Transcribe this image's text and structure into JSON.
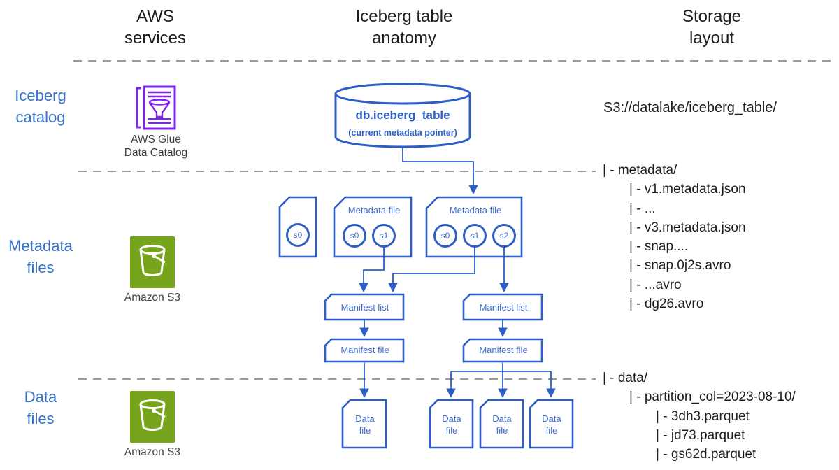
{
  "headers": {
    "aws": {
      "line1": "AWS",
      "line2": "services"
    },
    "anatomy": {
      "line1": "Iceberg table",
      "line2": "anatomy"
    },
    "storage": {
      "line1": "Storage",
      "line2": "layout"
    }
  },
  "row_labels": {
    "catalog": {
      "line1": "Iceberg",
      "line2": "catalog"
    },
    "metadata": {
      "line1": "Metadata",
      "line2": "files"
    },
    "data": {
      "line1": "Data",
      "line2": "files"
    }
  },
  "aws_services": {
    "glue_caption": {
      "line1": "AWS Glue",
      "line2": "Data Catalog"
    },
    "s3_metadata_caption": "Amazon S3",
    "s3_data_caption": "Amazon S3"
  },
  "diagram": {
    "catalog_table": {
      "name": "db.iceberg_table",
      "note": "(current metadata pointer)"
    },
    "metadata_files": [
      {
        "label": "",
        "snapshots": [
          "s0"
        ]
      },
      {
        "label": "Metadata file",
        "snapshots": [
          "s0",
          "s1"
        ]
      },
      {
        "label": "Metadata file",
        "snapshots": [
          "s0",
          "s1",
          "s2"
        ]
      }
    ],
    "manifest_lists": [
      "Manifest list",
      "Manifest list"
    ],
    "manifest_files": [
      "Manifest file",
      "Manifest file"
    ],
    "data_file_label": {
      "line1": "Data",
      "line2": "file"
    }
  },
  "storage": {
    "root": "S3://datalake/iceberg_table/",
    "metadata_lines": [
      "| - metadata/",
      "| - v1.metadata.json",
      "| - ...",
      "| - v3.metadata.json",
      "| - snap....",
      "| - snap.0j2s.avro",
      "| - ...avro",
      "| - dg26.avro"
    ],
    "data_lines": [
      "| - data/",
      "| - partition_col=2023-08-10/",
      "| - 3dh3.parquet",
      "| - jd73.parquet",
      "| - gs62d.parquet"
    ]
  },
  "colors": {
    "diagram_blue": "#2d5ec6",
    "label_blue": "#3571c8",
    "glue_purple": "#7f24f0",
    "s3_green": "#76a41c",
    "divider_gray": "#9b9b9b"
  }
}
